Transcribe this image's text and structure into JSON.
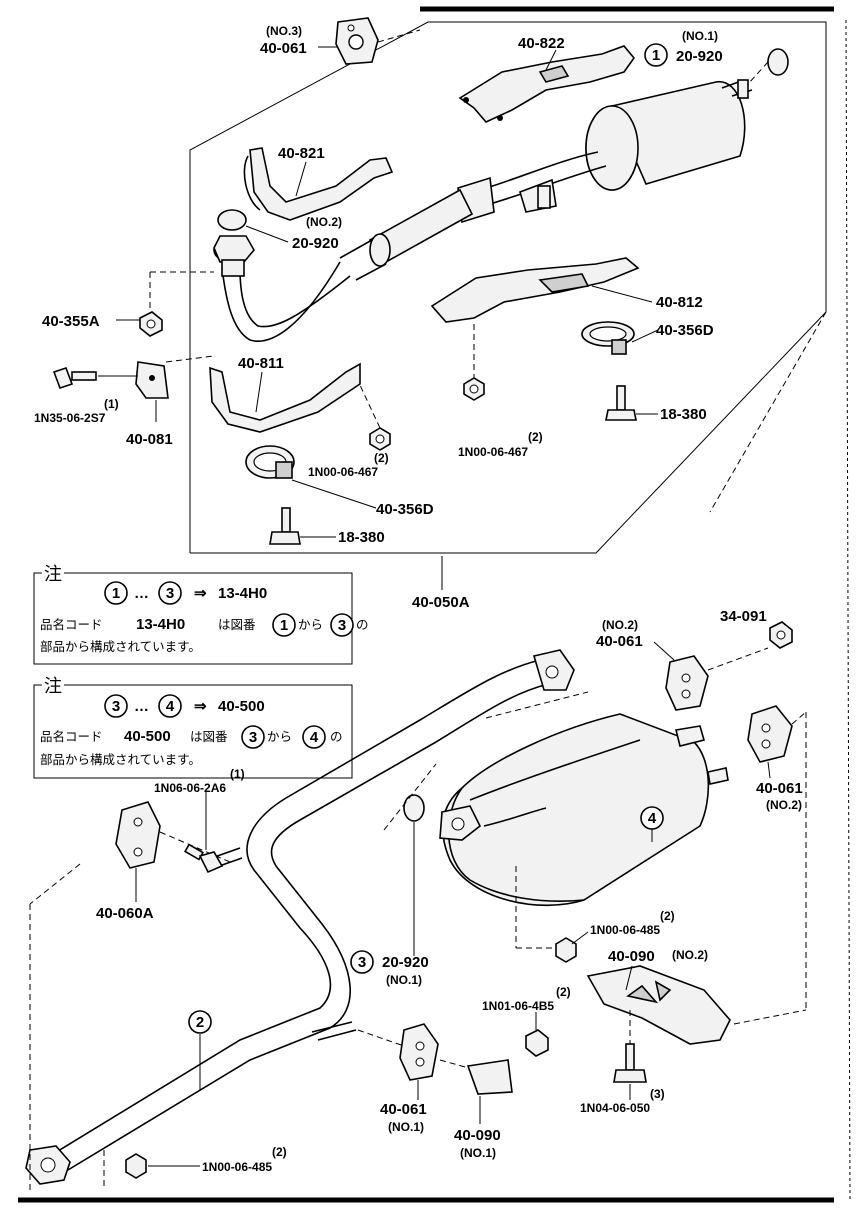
{
  "labels": {
    "l_40_061_no3": "40-061",
    "l_no3": "(NO.3)",
    "l_40_822": "40-822",
    "l_no1_top": "(NO.1)",
    "l_20_920_top": "20-920",
    "l_40_821": "40-821",
    "l_no2_top": "(NO.2)",
    "l_20_920_mid": "20-920",
    "l_40_355a": "40-355A",
    "l_40_812": "40-812",
    "l_40_356d_right": "40-356D",
    "l_1n35_qty": "(1)",
    "l_1n35": "1N35-06-2S7",
    "l_40_081": "40-081",
    "l_40_811": "40-811",
    "l_18_380_right": "18-380",
    "l_1n00_467_qty_a": "(2)",
    "l_1n00_467_a": "1N00-06-467",
    "l_1n00_467_qty_b": "(2)",
    "l_1n00_467_b": "1N00-06-467",
    "l_40_356d_left": "40-356D",
    "l_18_380_left": "18-380",
    "l_40_050a": "40-050A",
    "l_34_091": "34-091",
    "l_no2_hanger_top": "(NO.2)",
    "l_40_061_no2_top": "40-061",
    "l_1n06_qty": "(1)",
    "l_1n06": "1N06-06-2A6",
    "l_40_061_no2_right": "40-061",
    "l_no2_right": "(NO.2)",
    "l_40_060a": "40-060A",
    "l_1n00_485_qty_a": "(2)",
    "l_1n00_485_a": "1N00-06-485",
    "l_40_090_no2": "40-090",
    "l_no2_bracket": "(NO.2)",
    "l_20_920_bottom": "20-920",
    "l_no1_bottom": "(NO.1)",
    "l_1n01_qty": "(2)",
    "l_1n01": "1N01-06-4B5",
    "l_40_061_no1": "40-061",
    "l_no1_hanger": "(NO.1)",
    "l_40_090_no1": "40-090",
    "l_no1_bracket": "(NO.1)",
    "l_1n04_qty": "(3)",
    "l_1n04": "1N04-06-050",
    "l_1n00_485_qty_b": "(2)",
    "l_1n00_485_b": "1N00-06-485"
  },
  "callouts": {
    "c1_top": "1",
    "c3_bottom": "3",
    "c4_muffler": "4",
    "c2_pipe": "2"
  },
  "notes": [
    {
      "title": "注",
      "from": "1",
      "to": "3",
      "ellipsis": "…",
      "arrow": "⇒",
      "code": "13-4H0",
      "line2_pre": "品名コード",
      "line2_code": "13-4H0",
      "line2_mid": "は図番",
      "line2_from_suffix": "から",
      "line2_end": "の",
      "line3": "部品から構成されています。"
    },
    {
      "title": "注",
      "from": "3",
      "to": "4",
      "ellipsis": "…",
      "arrow": "⇒",
      "code": "40-500",
      "line2_pre": "品名コード",
      "line2_code": "40-500",
      "line2_mid": "は図番",
      "line2_from_suffix": "から",
      "line2_end": "の",
      "line3": "部品から構成されています。"
    }
  ]
}
